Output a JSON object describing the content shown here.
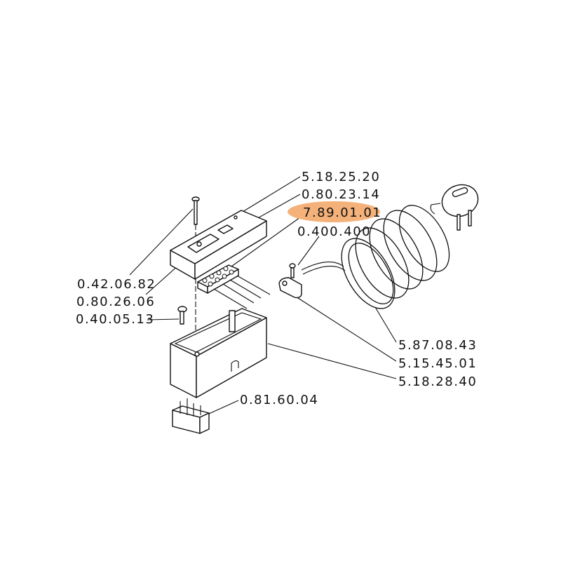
{
  "highlight_color": "#f4b27a",
  "labels": {
    "housing_cover": "5.18.25.20",
    "pilot_lamp": "0.80.23.14",
    "terminal_block": "7.89.01.01",
    "clamp_screw": "0.400.400",
    "long_screw": "0.42.06.82",
    "switch": "0.80.26.06",
    "short_screw": "0.40.05.13",
    "power_cord": "5.87.08.43",
    "cable_clamp": "5.15.45.01",
    "housing_base": "5.18.28.40",
    "connector": "0.81.60.04"
  }
}
